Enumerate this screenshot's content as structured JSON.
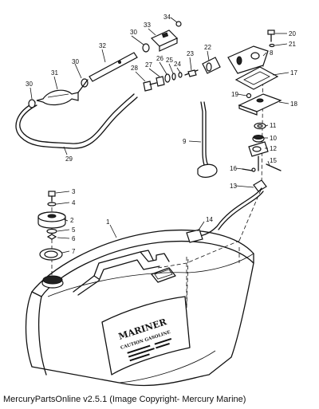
{
  "caption": "MercuryPartsOnline v2.5.1 (Image Copyright- Mercury Marine)",
  "tank_label": {
    "brand": "MARINER",
    "warning": "CAUTION GASOLINE"
  },
  "callouts": [
    "1",
    "2",
    "3",
    "4",
    "5",
    "6",
    "7",
    "8",
    "9",
    "10",
    "11",
    "12",
    "13",
    "14",
    "15",
    "16",
    "17",
    "18",
    "19",
    "20",
    "21",
    "22",
    "23",
    "24",
    "25",
    "26",
    "27",
    "28",
    "29",
    "30",
    "31",
    "32",
    "33",
    "34"
  ]
}
